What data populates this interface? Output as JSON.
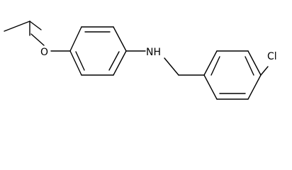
{
  "structure": {
    "atom_labels": {
      "oxygen": "O",
      "amine": "NH",
      "chlorine": "Cl"
    },
    "colors": {
      "bond": "#000000",
      "label": "#000000",
      "background": "#ffffff"
    }
  }
}
